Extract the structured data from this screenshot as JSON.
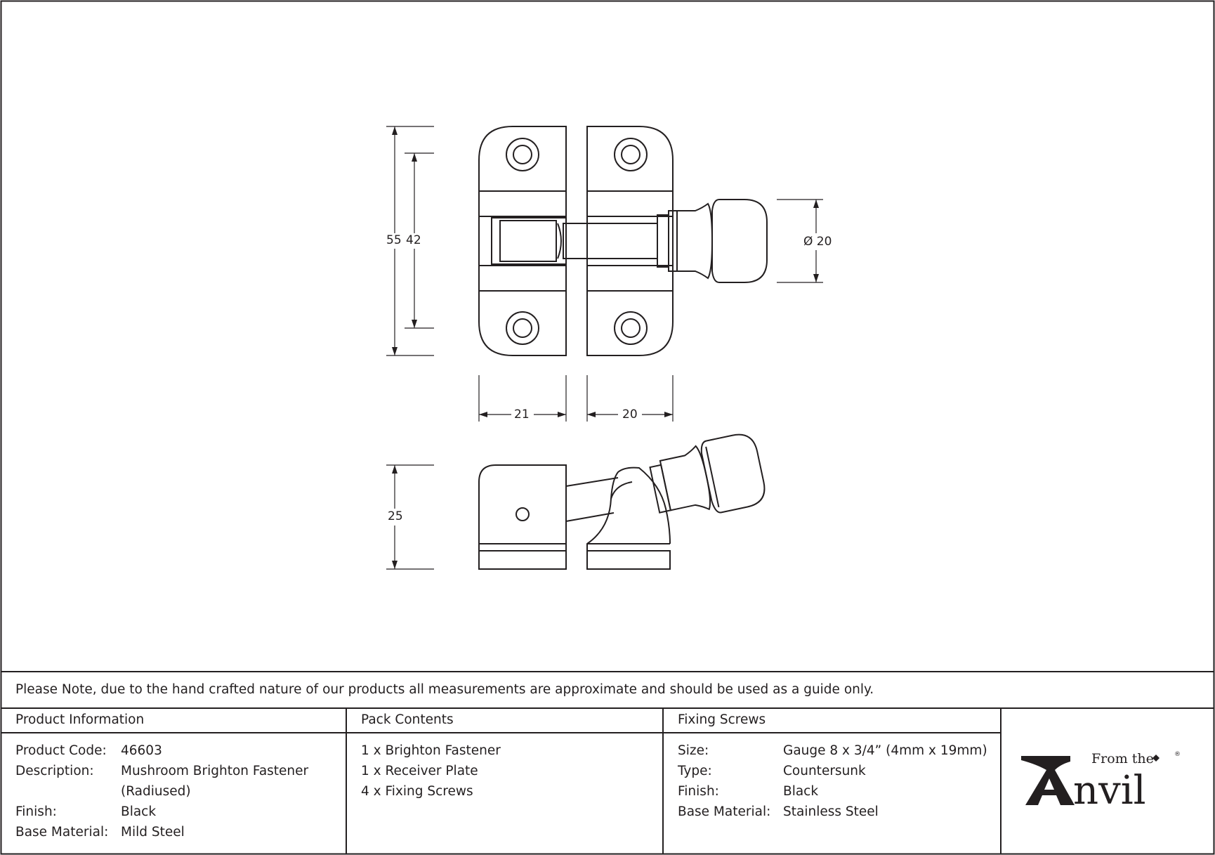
{
  "note": "Please Note, due to the hand crafted nature of our products all measurements are approximate and should be used as a guide only.",
  "dimensions": {
    "height_total": "55",
    "height_holes": "42",
    "diameter": "Ø 20",
    "width_left": "21",
    "width_right": "20",
    "height_side": "25"
  },
  "product_info": {
    "header": "Product Information",
    "rows": [
      {
        "label": "Product Code:",
        "value": "46603"
      },
      {
        "label": "Description:",
        "value": "Mushroom Brighton Fastener",
        "value2": "(Radiused)"
      },
      {
        "label": "Finish:",
        "value": "Black"
      },
      {
        "label": "Base Material:",
        "value": "Mild Steel"
      }
    ]
  },
  "pack_contents": {
    "header": "Pack Contents",
    "items": [
      "1 x Brighton Fastener",
      "1 x Receiver Plate",
      "4 x Fixing Screws"
    ]
  },
  "fixing_screws": {
    "header": "Fixing Screws",
    "rows": [
      {
        "label": "Size:",
        "value": "Gauge 8 x 3/4” (4mm x 19mm)"
      },
      {
        "label": "Type:",
        "value": "Countersunk"
      },
      {
        "label": "Finish:",
        "value": "Black"
      },
      {
        "label": "Base Material:",
        "value": "Stainless Steel"
      }
    ]
  },
  "logo": {
    "from_the": "From the",
    "brand": "Anvil",
    "registered": "®"
  }
}
